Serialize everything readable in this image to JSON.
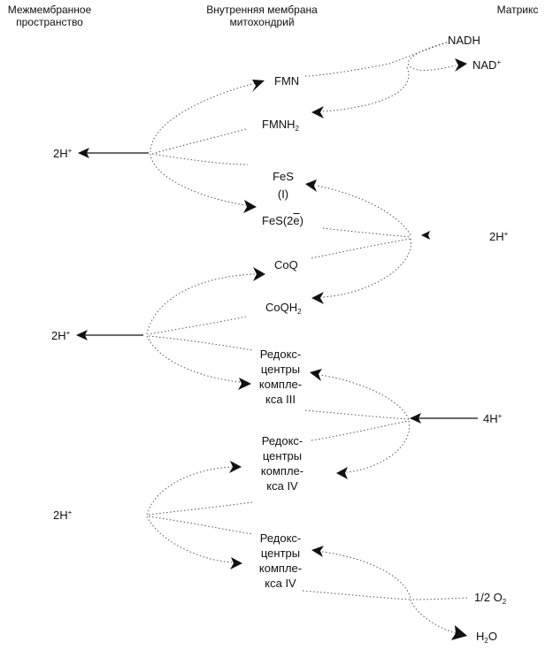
{
  "headers": {
    "intermembrane": [
      "Межмембранное",
      "пространство"
    ],
    "inner_membrane": [
      "Внутренняя мембрана",
      "митохондрий"
    ],
    "matrix": "Матрикс"
  },
  "carriers": {
    "fmn": "FMN",
    "fmnh2": {
      "base": "FMNH",
      "sub": "2"
    },
    "fes": [
      "FeS",
      "(I)"
    ],
    "fes2e": {
      "base": "FeS(2",
      "over": "e",
      "tail": ")"
    },
    "coq": "CoQ",
    "coqh2": {
      "base": "CoQH",
      "sub": "2"
    },
    "complex3": [
      "Редокс-",
      "центры",
      "компле-",
      "кса III"
    ],
    "complex4_a": [
      "Редокс-",
      "центры",
      "компле-",
      "кса IV"
    ],
    "complex4_b": [
      "Редокс-",
      "центры",
      "компле-",
      "кса IV"
    ]
  },
  "substrates": {
    "nadh": "NADH",
    "nad": {
      "base": "NAD",
      "sup": "+"
    },
    "o2": {
      "base": "1/2 O",
      "sub": "2"
    },
    "h2o": {
      "base": "H",
      "sub": "2",
      "tail": "O"
    }
  },
  "protons": {
    "left1": {
      "base": "2H",
      "sup": "+"
    },
    "left2": {
      "base": "2H",
      "sup": "+"
    },
    "left3": {
      "base": "2H",
      "sup": "+"
    },
    "right1": {
      "base": "2H",
      "sup": "+"
    },
    "right2": {
      "base": "4H",
      "sup": "+"
    }
  }
}
